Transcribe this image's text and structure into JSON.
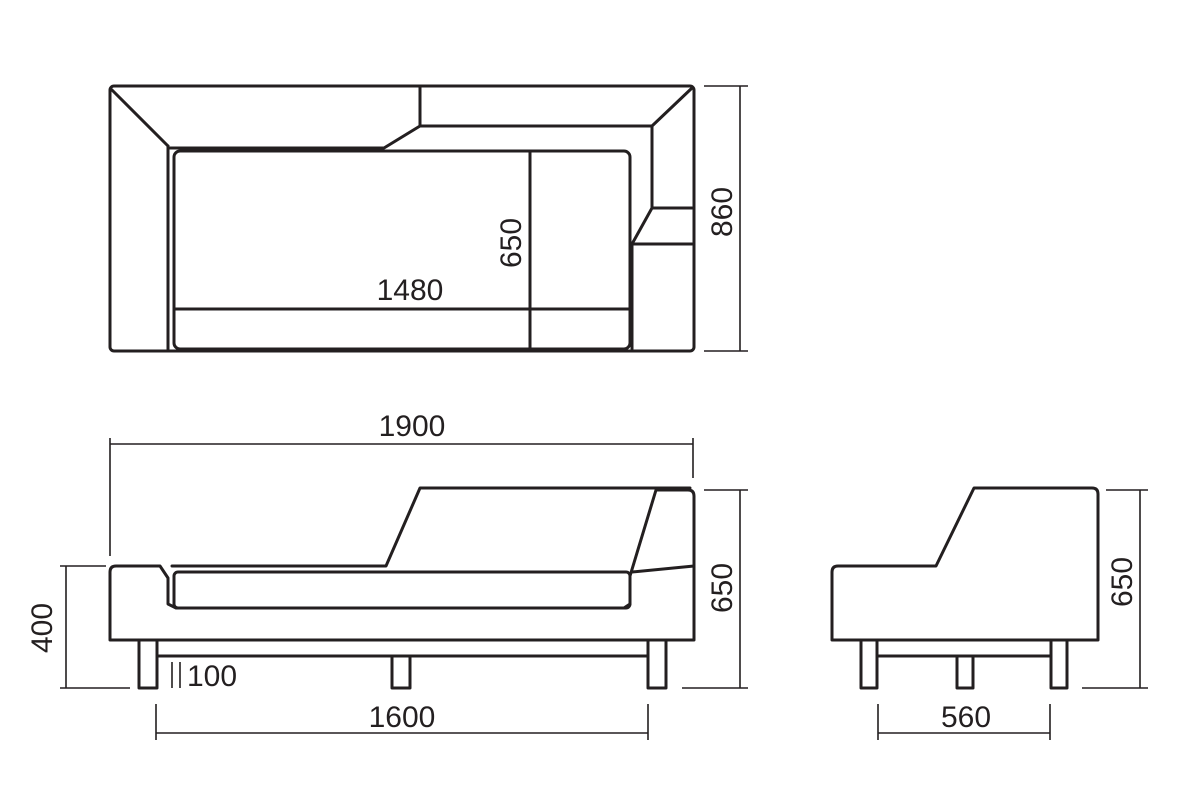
{
  "dimensions": {
    "top_inner_width": "1480",
    "top_inner_depth": "650",
    "top_total_depth": "860",
    "front_total_width": "1900",
    "front_height": "650",
    "front_seat_height": "400",
    "front_leg_height": "100",
    "front_leg_span": "1600",
    "side_height": "650",
    "side_leg_span": "560"
  },
  "colors": {
    "line": "#231f20",
    "background": "#ffffff"
  }
}
